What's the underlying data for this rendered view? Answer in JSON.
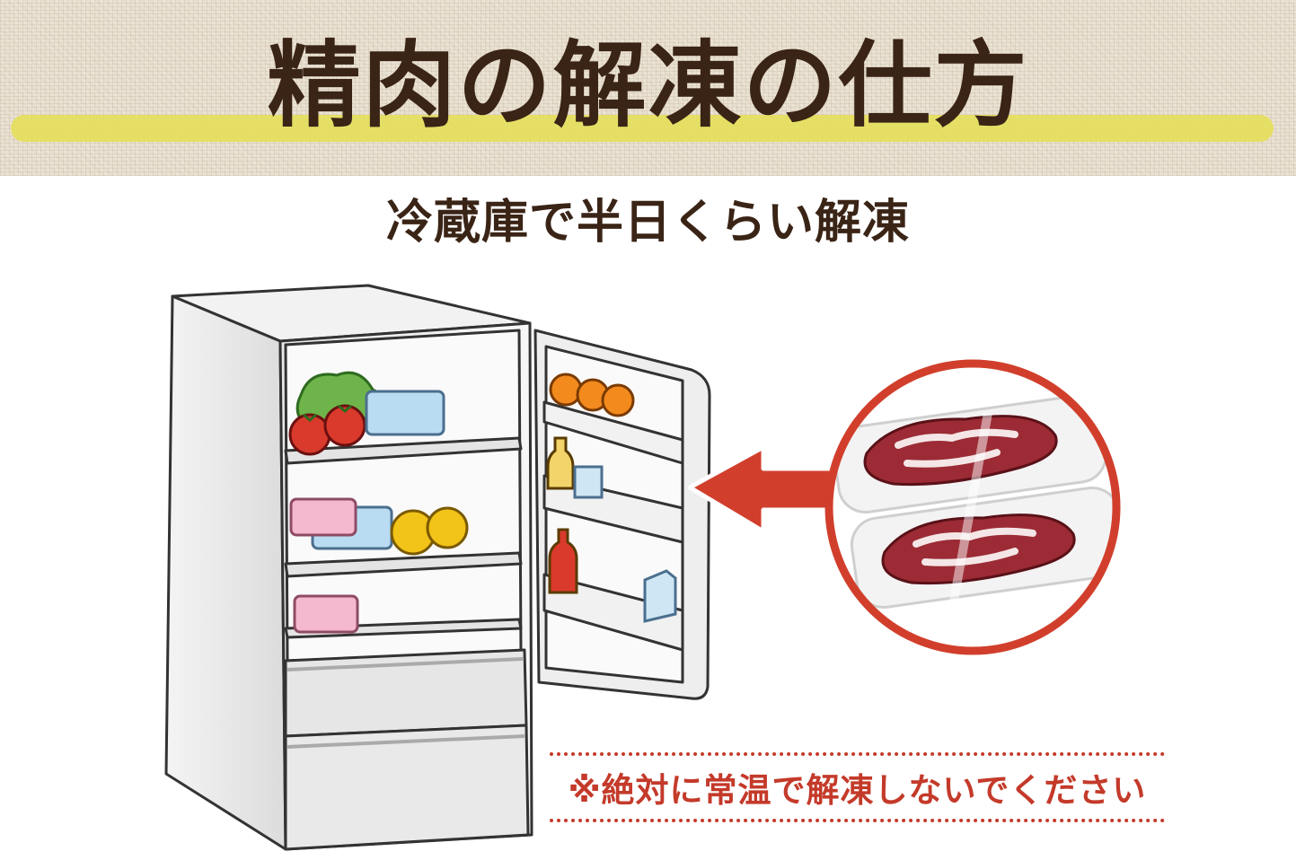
{
  "header": {
    "title": "精肉の解凍の仕方",
    "highlight_color": "#e6df5a",
    "title_color": "#3a2416"
  },
  "subtitle": "冷蔵庫で半日くらい解凍",
  "illustration": {
    "icons": [
      "refrigerator-icon",
      "lettuce-icon",
      "tomato-icon",
      "orange-icon",
      "bottle-icon",
      "milk-carton-icon",
      "food-container-icon",
      "arrow-left-icon",
      "packaged-meat-icon"
    ],
    "accent_color": "#d13f2c"
  },
  "warning": {
    "text": "※絶対に常温で解凍しないでください",
    "color": "#c43a2a"
  }
}
